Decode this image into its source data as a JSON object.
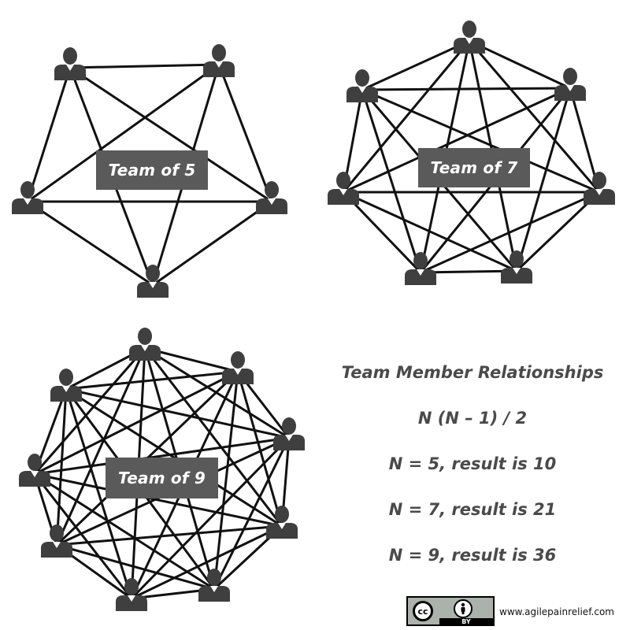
{
  "teams": [
    {
      "label": "Team of 5",
      "members": 5
    },
    {
      "label": "Team of 7",
      "members": 7
    },
    {
      "label": "Team of 9",
      "members": 9
    }
  ],
  "formula": {
    "heading": "Team Member Relationships",
    "expression": "N (N – 1) / 2",
    "results": [
      "N = 5, result is 10",
      "N = 7, result is 21",
      "N = 9, result is 36"
    ]
  },
  "footer": {
    "cc_text": "cc",
    "by_text": "BY",
    "website": "www.agilepainrelief.com"
  },
  "colors": {
    "person": "#3f3f3f",
    "lines": "#111111",
    "label_bg": "#5a5a5a",
    "text": "#4a4a4a"
  },
  "icons": [
    "person-icon",
    "creative-commons-icon",
    "attribution-icon"
  ]
}
